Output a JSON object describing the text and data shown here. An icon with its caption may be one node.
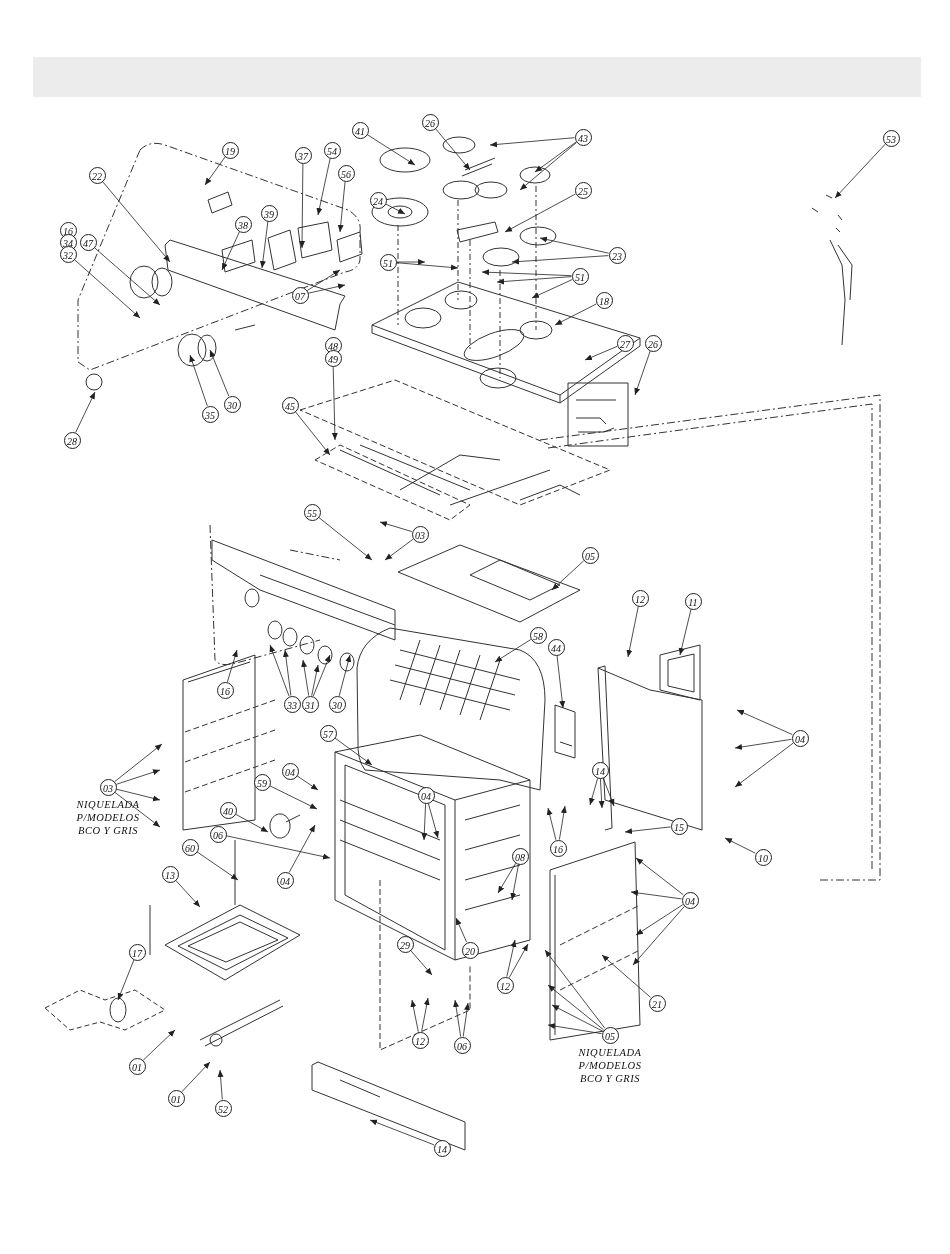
{
  "diagram": {
    "nodes": [
      {
        "text": [
          "19"
        ]
      },
      {
        "text": [
          "54"
        ]
      },
      {
        "text": [
          "37"
        ]
      },
      {
        "text": [
          "56"
        ]
      },
      {
        "text": [
          "22"
        ]
      },
      {
        "text": [
          "39"
        ]
      },
      {
        "text": [
          "38"
        ]
      },
      {
        "text": [
          "16"
        ]
      },
      {
        "text": [
          "47"
        ]
      },
      {
        "text": [
          "34"
        ]
      },
      {
        "text": [
          "32"
        ]
      },
      {
        "text": [
          "07"
        ]
      },
      {
        "text": [
          "48"
        ]
      },
      {
        "text": [
          "49"
        ]
      },
      {
        "text": [
          "30"
        ]
      },
      {
        "text": [
          "35"
        ]
      },
      {
        "text": [
          "45"
        ]
      },
      {
        "text": [
          "28"
        ]
      },
      {
        "text": [
          "26"
        ]
      },
      {
        "text": [
          "41"
        ]
      },
      {
        "text": [
          "43"
        ]
      },
      {
        "text": [
          "53"
        ]
      },
      {
        "text": [
          "24"
        ]
      },
      {
        "text": [
          "25"
        ]
      },
      {
        "text": [
          "51"
        ]
      },
      {
        "text": [
          "23"
        ]
      },
      {
        "text": [
          "51"
        ]
      },
      {
        "text": [
          "18"
        ]
      },
      {
        "text": [
          "27"
        ]
      },
      {
        "text": [
          "26"
        ]
      },
      {
        "text": [
          "55"
        ]
      },
      {
        "text": [
          "03"
        ]
      },
      {
        "text": [
          "05"
        ]
      },
      {
        "text": [
          "12"
        ]
      },
      {
        "text": [
          "11"
        ]
      },
      {
        "text": [
          "58"
        ]
      },
      {
        "text": [
          "44"
        ]
      },
      {
        "text": [
          "16"
        ]
      },
      {
        "text": [
          "33"
        ]
      },
      {
        "text": [
          "31"
        ]
      },
      {
        "text": [
          "30"
        ]
      },
      {
        "text": [
          "04"
        ]
      },
      {
        "text": [
          "57"
        ]
      },
      {
        "text": [
          "04"
        ]
      },
      {
        "text": [
          "04"
        ]
      },
      {
        "text": [
          "14"
        ]
      },
      {
        "text": [
          "59"
        ]
      },
      {
        "text": [
          "03"
        ],
        "beside": [
          "NIQUELADA P/MODELOS BCO Y GRIS"
        ]
      },
      {
        "text": [
          "40"
        ]
      },
      {
        "text": [
          "06"
        ]
      },
      {
        "text": [
          "16"
        ]
      },
      {
        "text": [
          "08"
        ]
      },
      {
        "text": [
          "15"
        ]
      },
      {
        "text": [
          "04"
        ]
      },
      {
        "text": [
          "60"
        ]
      },
      {
        "text": [
          "10"
        ]
      },
      {
        "text": [
          "13"
        ]
      },
      {
        "text": [
          "04"
        ]
      },
      {
        "text": [
          "20"
        ]
      },
      {
        "text": [
          "17"
        ]
      },
      {
        "text": [
          "12"
        ]
      },
      {
        "text": [
          "29"
        ]
      },
      {
        "text": [
          "21"
        ]
      },
      {
        "text": [
          "12"
        ]
      },
      {
        "text": [
          "06"
        ]
      },
      {
        "text": [
          "05"
        ],
        "beside": [
          "NIQUELADA P/MODELOS BCO Y GRIS"
        ]
      },
      {
        "text": [
          "01"
        ]
      },
      {
        "text": [
          "01"
        ]
      },
      {
        "text": [
          "52"
        ]
      },
      {
        "text": [
          "14"
        ]
      }
    ],
    "edges": [
      {
        "from": 0,
        "to": null,
        "arrow": "to"
      },
      {
        "from": 1,
        "to": null,
        "arrow": "to"
      },
      {
        "from": 2,
        "to": null,
        "arrow": "to"
      },
      {
        "from": 3,
        "to": null,
        "arrow": "to"
      },
      {
        "from": 4,
        "to": null,
        "arrow": "to"
      },
      {
        "from": 5,
        "to": null,
        "arrow": "to"
      },
      {
        "from": 6,
        "to": null,
        "arrow": "to"
      },
      {
        "from": 8,
        "to": null,
        "arrow": "to"
      },
      {
        "from": 10,
        "to": null,
        "arrow": "to"
      },
      {
        "from": 11,
        "to": null,
        "arrow": "to"
      },
      {
        "from": 11,
        "to": null,
        "arrow": "to"
      },
      {
        "from": 13,
        "to": null,
        "arrow": "to"
      },
      {
        "from": 14,
        "to": null,
        "arrow": "to"
      },
      {
        "from": 15,
        "to": null,
        "arrow": "to"
      },
      {
        "from": 16,
        "to": null,
        "arrow": "to"
      },
      {
        "from": 17,
        "to": null,
        "arrow": "to"
      },
      {
        "from": 18,
        "to": null,
        "arrow": "to"
      },
      {
        "from": 19,
        "to": null,
        "arrow": "to"
      },
      {
        "from": 20,
        "to": null,
        "arrow": "to"
      },
      {
        "from": 20,
        "to": null,
        "arrow": "to"
      },
      {
        "from": 20,
        "to": null,
        "arrow": "to"
      },
      {
        "from": 21,
        "to": null,
        "arrow": "to"
      },
      {
        "from": 22,
        "to": null,
        "arrow": "to"
      },
      {
        "from": 23,
        "to": null,
        "arrow": "to"
      },
      {
        "from": 24,
        "to": null,
        "arrow": "to"
      },
      {
        "from": 24,
        "to": null,
        "arrow": "to"
      },
      {
        "from": 25,
        "to": null,
        "arrow": "to"
      },
      {
        "from": 25,
        "to": null,
        "arrow": "to"
      },
      {
        "from": 26,
        "to": null,
        "arrow": "to"
      },
      {
        "from": 26,
        "to": null,
        "arrow": "to"
      },
      {
        "from": 26,
        "to": null,
        "arrow": "to"
      },
      {
        "from": 27,
        "to": null,
        "arrow": "to"
      },
      {
        "from": 28,
        "to": null,
        "arrow": "to"
      },
      {
        "from": 29,
        "to": null,
        "arrow": "to"
      },
      {
        "from": 30,
        "to": null,
        "arrow": "to"
      },
      {
        "from": 31,
        "to": null,
        "arrow": "to"
      },
      {
        "from": 31,
        "to": null,
        "arrow": "to"
      },
      {
        "from": 32,
        "to": null,
        "arrow": "to"
      },
      {
        "from": 33,
        "to": null,
        "arrow": "to"
      },
      {
        "from": 34,
        "to": null,
        "arrow": "to"
      },
      {
        "from": 35,
        "to": null,
        "arrow": "to"
      },
      {
        "from": 36,
        "to": null,
        "arrow": "to"
      },
      {
        "from": 37,
        "to": null,
        "arrow": "to"
      },
      {
        "from": 38,
        "to": null,
        "arrow": "to"
      },
      {
        "from": 38,
        "to": null,
        "arrow": "to"
      },
      {
        "from": 39,
        "to": null,
        "arrow": "to"
      },
      {
        "from": 39,
        "to": null,
        "arrow": "to"
      },
      {
        "from": 39,
        "to": null,
        "arrow": "to"
      },
      {
        "from": 40,
        "to": null,
        "arrow": "to"
      },
      {
        "from": 41,
        "to": null,
        "arrow": "to"
      },
      {
        "from": 42,
        "to": null,
        "arrow": "to"
      },
      {
        "from": 43,
        "to": null,
        "arrow": "to"
      },
      {
        "from": 43,
        "to": null,
        "arrow": "to"
      },
      {
        "from": 43,
        "to": null,
        "arrow": "to"
      },
      {
        "from": 44,
        "to": null,
        "arrow": "to"
      },
      {
        "from": 44,
        "to": null,
        "arrow": "to"
      },
      {
        "from": 45,
        "to": null,
        "arrow": "to"
      },
      {
        "from": 45,
        "to": null,
        "arrow": "to"
      },
      {
        "from": 45,
        "to": null,
        "arrow": "to"
      },
      {
        "from": 46,
        "to": null,
        "arrow": "to"
      },
      {
        "from": 47,
        "to": null,
        "arrow": "to"
      },
      {
        "from": 47,
        "to": null,
        "arrow": "to"
      },
      {
        "from": 47,
        "to": null,
        "arrow": "to"
      },
      {
        "from": 47,
        "to": null,
        "arrow": "to"
      },
      {
        "from": 48,
        "to": null,
        "arrow": "to"
      },
      {
        "from": 49,
        "to": null,
        "arrow": "to"
      },
      {
        "from": 50,
        "to": null,
        "arrow": "to"
      },
      {
        "from": 50,
        "to": null,
        "arrow": "to"
      },
      {
        "from": 51,
        "to": null,
        "arrow": "to"
      },
      {
        "from": 51,
        "to": null,
        "arrow": "to"
      },
      {
        "from": 52,
        "to": null,
        "arrow": "to"
      },
      {
        "from": 53,
        "to": null,
        "arrow": "to"
      },
      {
        "from": 54,
        "to": null,
        "arrow": "to"
      },
      {
        "from": 55,
        "to": null,
        "arrow": "to"
      },
      {
        "from": 56,
        "to": null,
        "arrow": "to"
      },
      {
        "from": 57,
        "to": null,
        "arrow": "to"
      },
      {
        "from": 57,
        "to": null,
        "arrow": "to"
      },
      {
        "from": 57,
        "to": null,
        "arrow": "to"
      },
      {
        "from": 57,
        "to": null,
        "arrow": "to"
      },
      {
        "from": 58,
        "to": null,
        "arrow": "to"
      },
      {
        "from": 59,
        "to": null,
        "arrow": "to"
      },
      {
        "from": 60,
        "to": null,
        "arrow": "to"
      },
      {
        "from": 60,
        "to": null,
        "arrow": "to"
      },
      {
        "from": 61,
        "to": null,
        "arrow": "to"
      },
      {
        "from": 62,
        "to": null,
        "arrow": "to"
      },
      {
        "from": 63,
        "to": null,
        "arrow": "to"
      },
      {
        "from": 63,
        "to": null,
        "arrow": "to"
      },
      {
        "from": 64,
        "to": null,
        "arrow": "to"
      },
      {
        "from": 64,
        "to": null,
        "arrow": "to"
      },
      {
        "from": 65,
        "to": null,
        "arrow": "to"
      },
      {
        "from": 65,
        "to": null,
        "arrow": "to"
      },
      {
        "from": 65,
        "to": null,
        "arrow": "to"
      },
      {
        "from": 65,
        "to": null,
        "arrow": "to"
      },
      {
        "from": 66,
        "to": null,
        "arrow": "to"
      },
      {
        "from": 67,
        "to": null,
        "arrow": "to"
      },
      {
        "from": 68,
        "to": null,
        "arrow": "to"
      },
      {
        "from": 69,
        "to": null,
        "arrow": "to"
      }
    ]
  }
}
